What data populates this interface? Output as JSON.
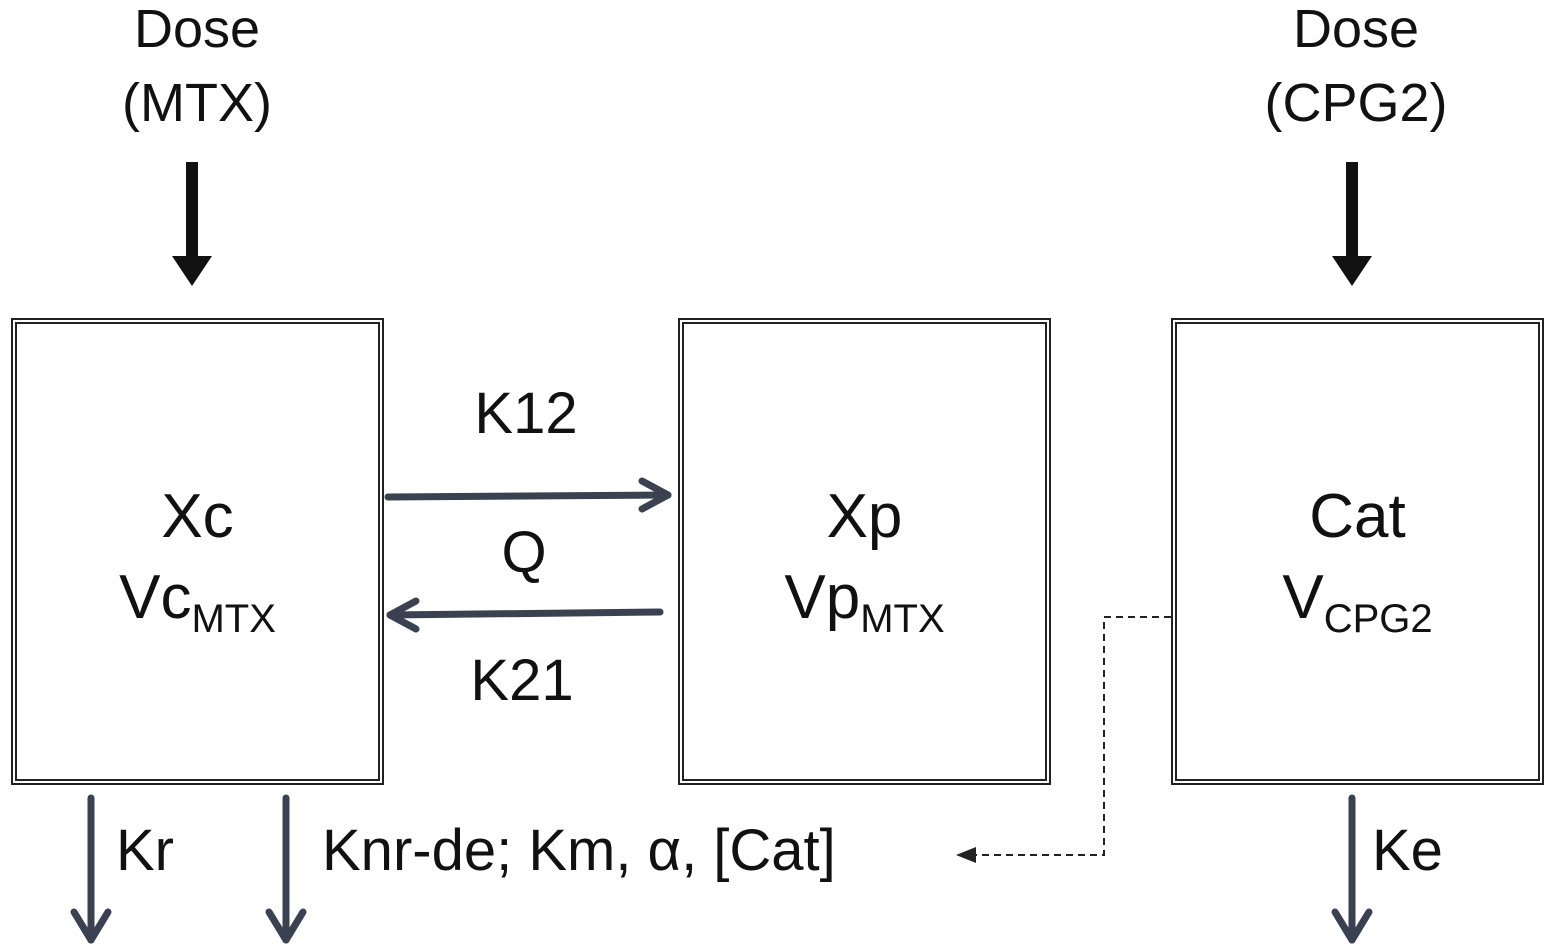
{
  "dose_mtx": {
    "line1": "Dose",
    "line2": "(MTX)"
  },
  "dose_cpg2": {
    "line1": "Dose",
    "line2": "(CPG2)"
  },
  "central": {
    "amount": "Xc",
    "volume": "Vc",
    "volume_sub": "MTX"
  },
  "peripheral": {
    "amount": "Xp",
    "volume": "Vp",
    "volume_sub": "MTX"
  },
  "catalyst": {
    "amount": "Cat",
    "volume": "V",
    "volume_sub": "CPG2"
  },
  "transfer": {
    "k12": "K12",
    "q": "Q",
    "k21": "K21"
  },
  "elimination": {
    "kr": "Kr",
    "knr": "Knr-de; Km, α, [Cat]",
    "ke": "Ke"
  },
  "colors": {
    "flow_arrow": "#3a4150",
    "dose_arrow": "#111111",
    "box_border": "#222222"
  }
}
